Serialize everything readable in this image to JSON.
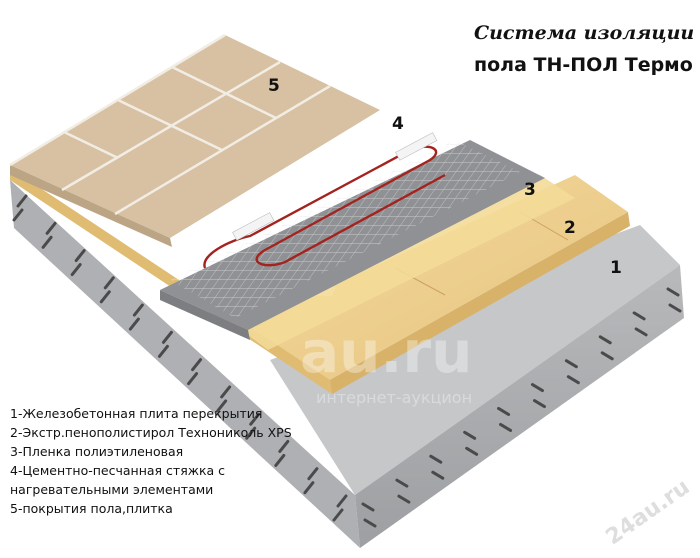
{
  "title": [
    "Система изоляции",
    "пола ТН-ПОЛ Термо"
  ],
  "layer_numbers": [
    "1",
    "2",
    "3",
    "4",
    "5"
  ],
  "legend": [
    "1-Железобетонная плита перекрытия",
    "2-Экстр.пенополистирол Технониколь XPS",
    "3-Пленка  полиэтиленовая",
    "4-Цементно-песчанная стяжка с нагревательными элементами",
    "5-покрытия пола,плитка"
  ],
  "watermark": {
    "main": "au.ru",
    "sub": "интернет-аукцион",
    "corner": "24au.ru"
  },
  "colors": {
    "concrete": "#c9cbcd",
    "xps": "#e9c985",
    "film": "#f1d692",
    "screed": "#8e9092",
    "tile": "#d9c4a6",
    "heating_cable": "#a3231f"
  }
}
